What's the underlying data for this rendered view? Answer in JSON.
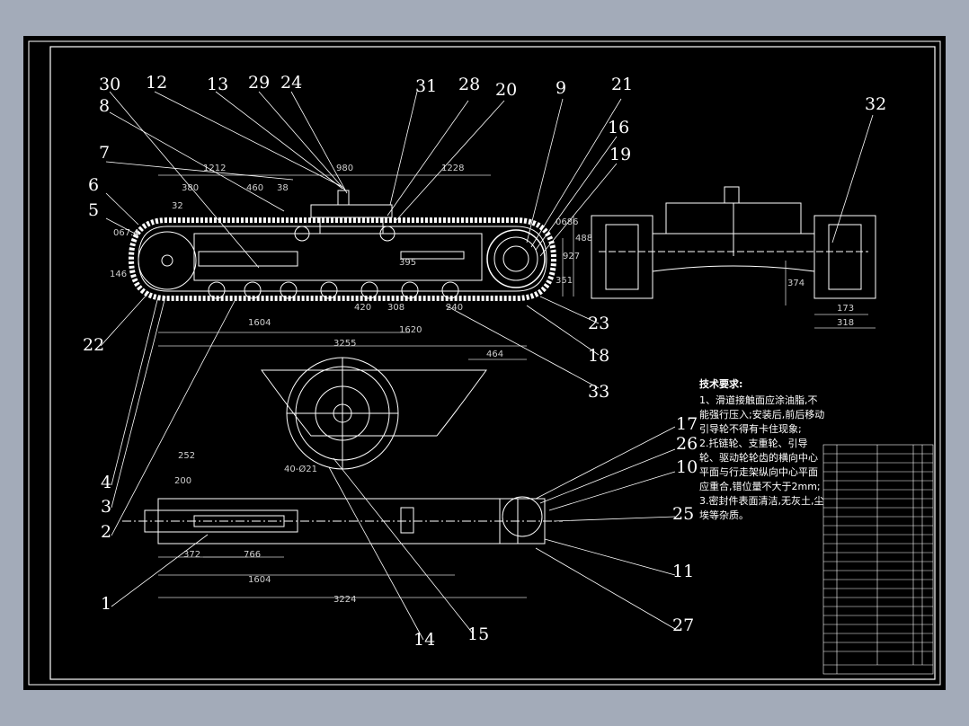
{
  "colors": {
    "desktop": "#a3abb9",
    "canvas": "#000000",
    "line": "#ffffff",
    "dimension": "#cfcfcf"
  },
  "callouts": [
    {
      "id": "30",
      "label": "30"
    },
    {
      "id": "8",
      "label": "8"
    },
    {
      "id": "12",
      "label": "12"
    },
    {
      "id": "13",
      "label": "13"
    },
    {
      "id": "29",
      "label": "29"
    },
    {
      "id": "24",
      "label": "24"
    },
    {
      "id": "31",
      "label": "31"
    },
    {
      "id": "28",
      "label": "28"
    },
    {
      "id": "20",
      "label": "20"
    },
    {
      "id": "9",
      "label": "9"
    },
    {
      "id": "21",
      "label": "21"
    },
    {
      "id": "16",
      "label": "16"
    },
    {
      "id": "19",
      "label": "19"
    },
    {
      "id": "32",
      "label": "32"
    },
    {
      "id": "7",
      "label": "7"
    },
    {
      "id": "6",
      "label": "6"
    },
    {
      "id": "5",
      "label": "5"
    },
    {
      "id": "22",
      "label": "22"
    },
    {
      "id": "23",
      "label": "23"
    },
    {
      "id": "18",
      "label": "18"
    },
    {
      "id": "33",
      "label": "33"
    },
    {
      "id": "4",
      "label": "4"
    },
    {
      "id": "3",
      "label": "3"
    },
    {
      "id": "2",
      "label": "2"
    },
    {
      "id": "1",
      "label": "1"
    },
    {
      "id": "14",
      "label": "14"
    },
    {
      "id": "15",
      "label": "15"
    },
    {
      "id": "17",
      "label": "17"
    },
    {
      "id": "26",
      "label": "26"
    },
    {
      "id": "10",
      "label": "10"
    },
    {
      "id": "25",
      "label": "25"
    },
    {
      "id": "11",
      "label": "11"
    },
    {
      "id": "27",
      "label": "27"
    }
  ],
  "dimensions": {
    "d1212": "1212",
    "d980": "980",
    "d1228": "1228",
    "d460": "460",
    "d38": "38",
    "d380": "380",
    "d32": "32",
    "d067": "067.4",
    "d146": "146",
    "d395": "395",
    "d0686": "0686",
    "d488": "488",
    "d927": "927",
    "d351": "351",
    "d374": "374",
    "d173": "173",
    "d318": "318",
    "d420": "420",
    "d308": "308",
    "d240": "240",
    "d1604a": "1604",
    "d1620": "1620",
    "d3255": "3255",
    "d464": "464",
    "d252": "252",
    "d200": "200",
    "d40": "40-Ø21",
    "d372": "372",
    "d766": "766",
    "d1604b": "1604",
    "d3224": "3224"
  },
  "notes": {
    "title": "技术要求:",
    "line1": "1、滑道接触面应涂油脂,不能强行压入;安装后,前后移动引导轮不得有卡住现象;",
    "line2": "2.托链轮、支重轮、引导轮、驱动轮轮齿的横向中心平面与行走架纵向中心平面应重合,错位量不大于2mm;",
    "line3": "3.密封件表面清洁,无灰土,尘埃等杂质。"
  }
}
